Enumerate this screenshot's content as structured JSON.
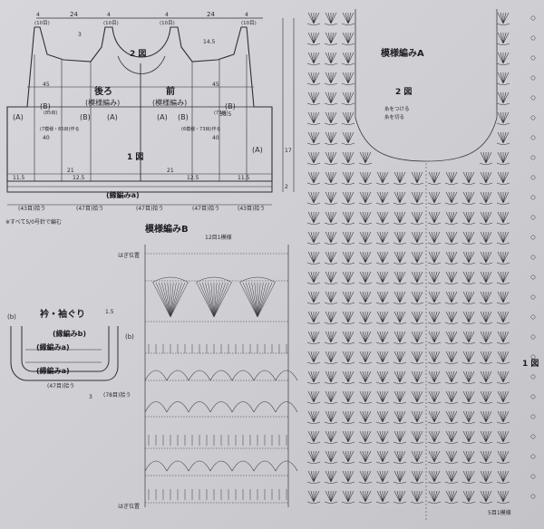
{
  "schematic": {
    "label_back": "後ろ",
    "label_back_pattern": "(模様編み)",
    "label_front": "前",
    "label_front_pattern": "(模様編み)",
    "fig2": "2 図",
    "fig1": "1 図",
    "hem_band": "(縁編みa)",
    "section_a": "(A)",
    "section_b": "(B)",
    "dim_24": "24",
    "dim_4": "4",
    "dim_10": "(10目)",
    "dim_45": "45",
    "dim_40": "40",
    "dim_21": "21",
    "dim_12_5": "12.5",
    "dim_11_5": "11.5",
    "dim_38_5": "38.5",
    "dim_14_5": "14.5",
    "dim_17": "17",
    "dim_3": "3",
    "dim_2": "2",
    "dim_bottom_47": "(47目)拾う",
    "dim_bottom_43": "(43目)拾う",
    "note": "※すべて5/0号針で編む",
    "pick_85": "(85目)",
    "pick_73": "(73目)",
    "make_85": "(7模様・85目)作る",
    "make_73": "(6模様・73目)作る"
  },
  "collar": {
    "title": "衿・袖ぐり",
    "label_b": "(b)",
    "edge_b": "(縁編みb)",
    "edge_a": "(縁編みa)",
    "dim_1_5": "1.5",
    "dim_47": "(47目)拾う",
    "dim_78": "(78目)拾う",
    "dim_3": "3"
  },
  "patternB": {
    "title": "模様編みB",
    "repeat": "12目1模様",
    "start_pos": "はぎ位置",
    "end_pos": "はぎ位置"
  },
  "patternA": {
    "title": "模様編みA",
    "fig2": "2 図",
    "attach": "糸をつける",
    "cut": "糸を切る",
    "fig1": "1 図",
    "repeat": "5目1模様"
  }
}
